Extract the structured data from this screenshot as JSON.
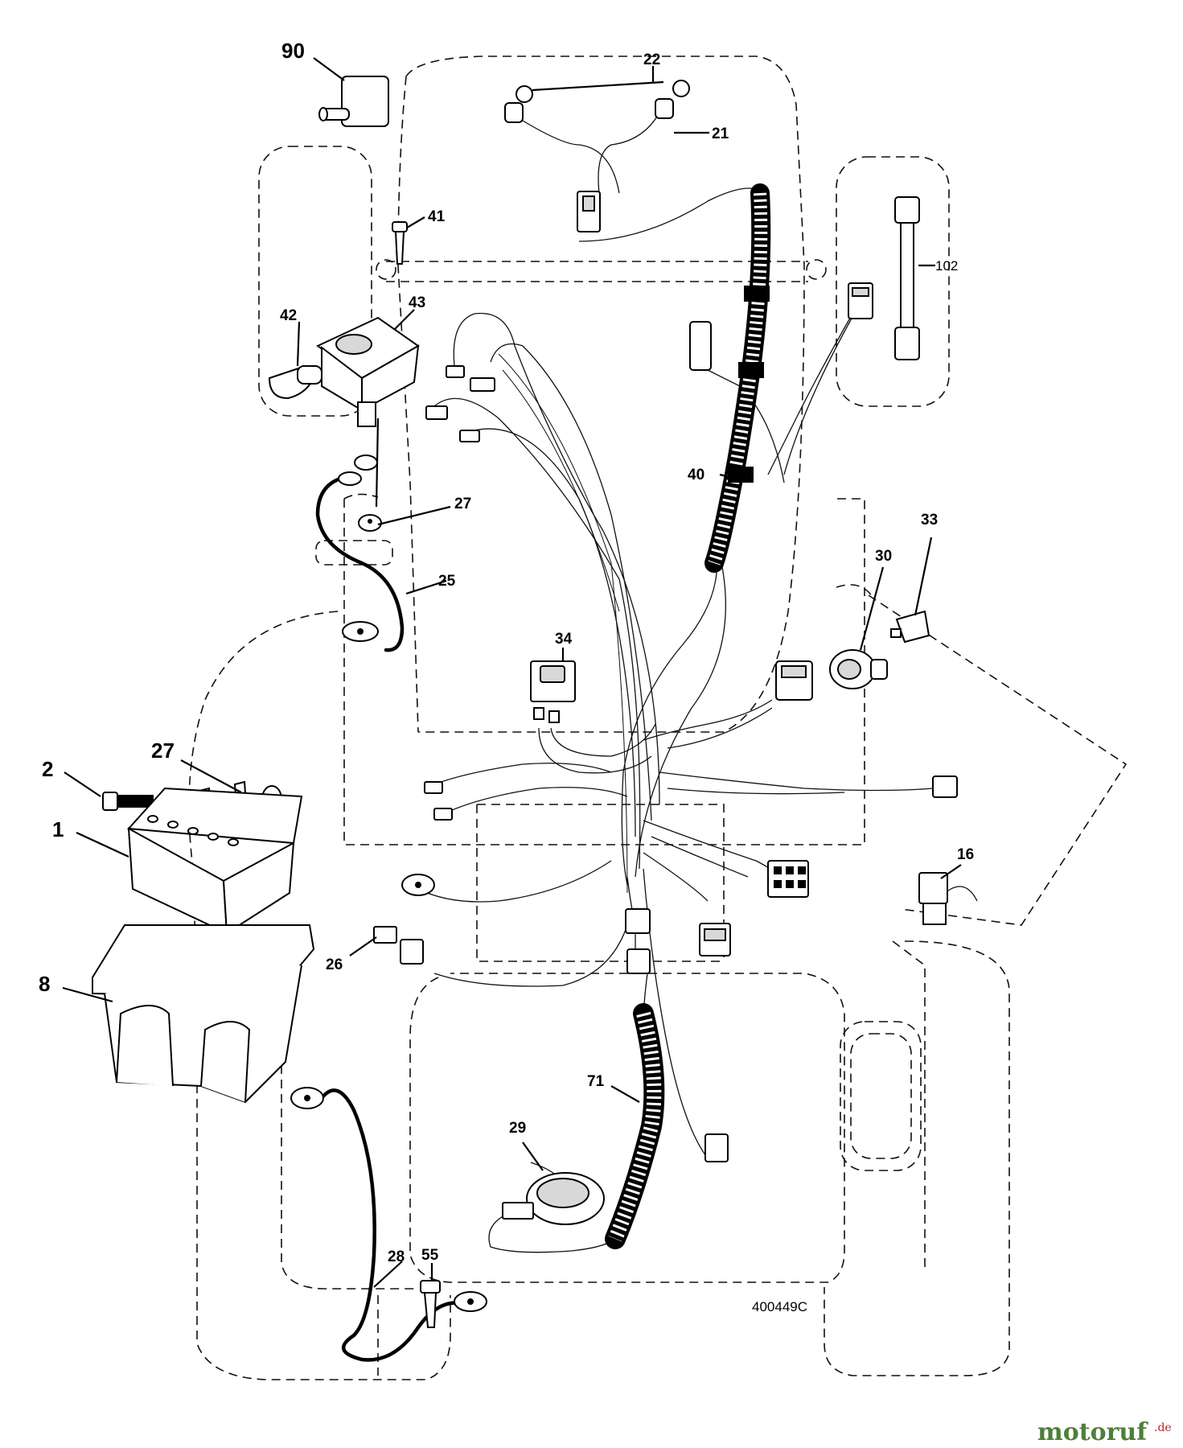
{
  "parts": [
    {
      "num": "90"
    },
    {
      "num": "22"
    },
    {
      "num": "21"
    },
    {
      "num": "41"
    },
    {
      "num": "43"
    },
    {
      "num": "42"
    },
    {
      "num": "102"
    },
    {
      "num": "40"
    },
    {
      "num": "27"
    },
    {
      "num": "25"
    },
    {
      "num": "33"
    },
    {
      "num": "30"
    },
    {
      "num": "34"
    },
    {
      "num": "27"
    },
    {
      "num": "2"
    },
    {
      "num": "1"
    },
    {
      "num": "16"
    },
    {
      "num": "26"
    },
    {
      "num": "8"
    },
    {
      "num": "71"
    },
    {
      "num": "29"
    },
    {
      "num": "28"
    },
    {
      "num": "55"
    }
  ],
  "diagram_code": "400449C",
  "watermark": {
    "brand": "motoruf",
    "suffix": ".de"
  }
}
